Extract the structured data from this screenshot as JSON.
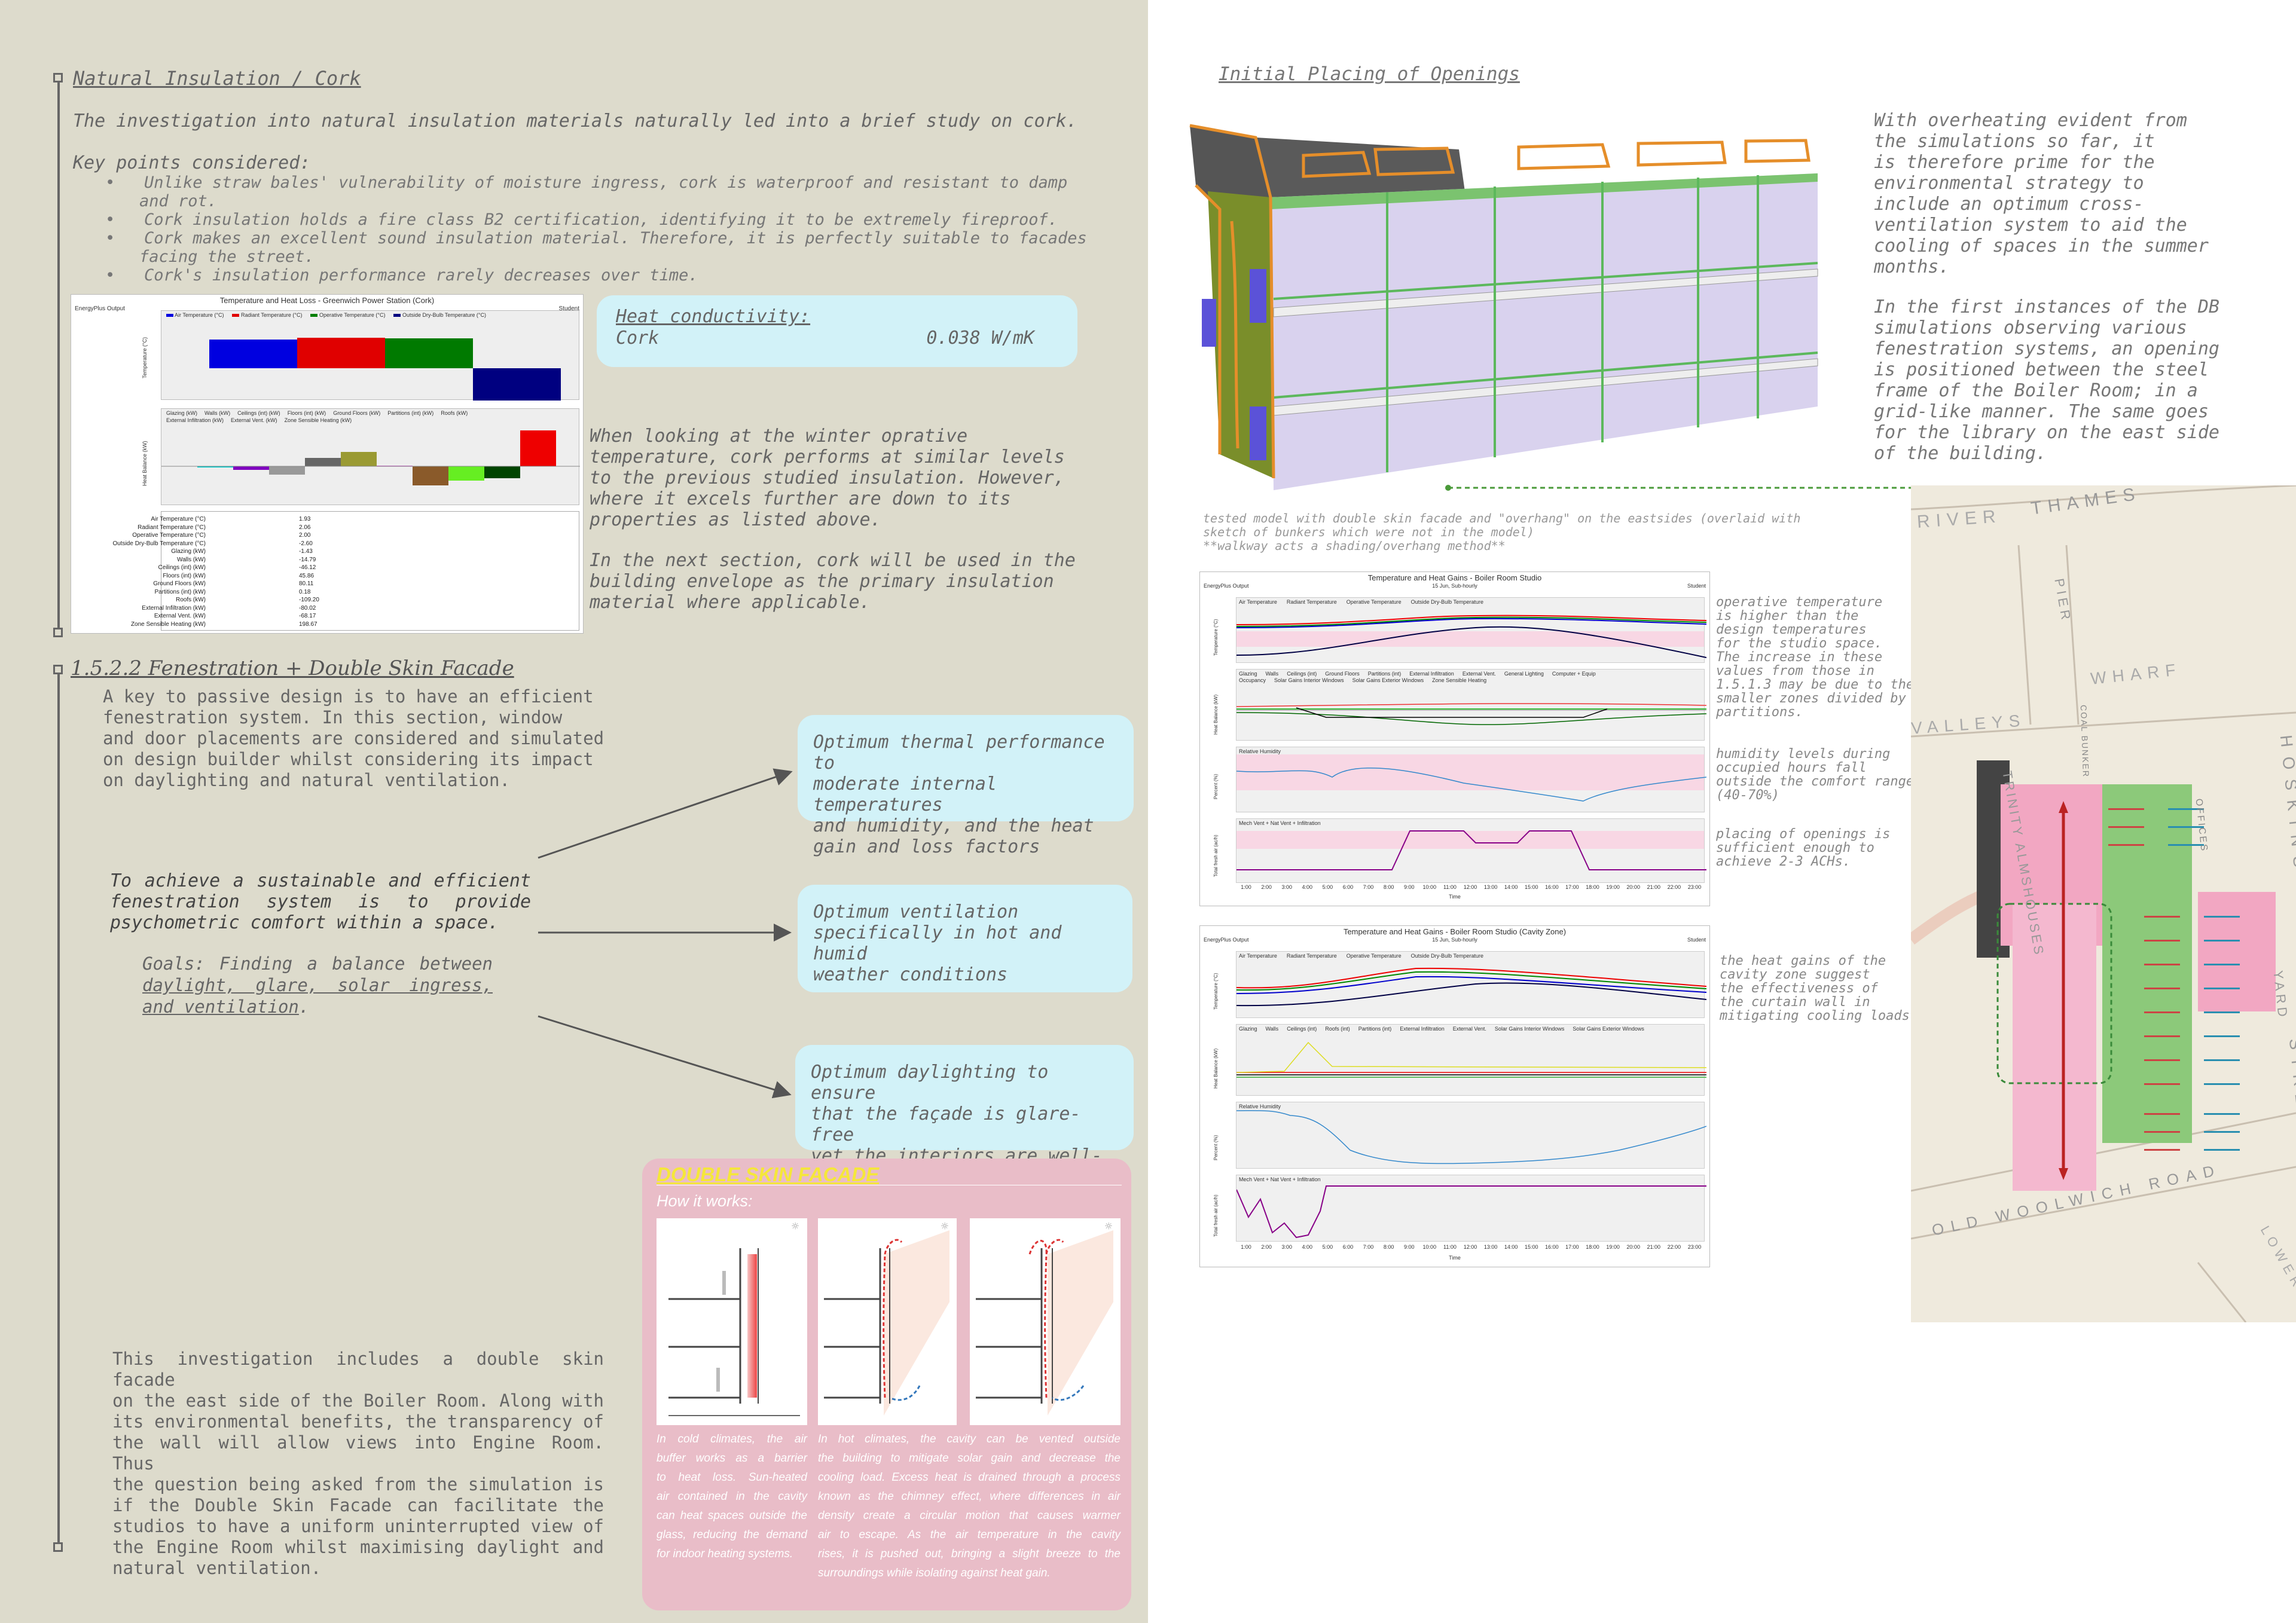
{
  "cork": {
    "heading": "Natural Insulation / Cork",
    "intro": "The investigation into natural insulation materials naturally led into a brief study on cork.",
    "keypoints_title": "Key points considered:",
    "bullets": [
      "Unlike straw bales' vulnerability of moisture ingress, cork is waterproof and resistant to damp",
      "and rot.",
      "Cork insulation holds a fire class B2 certification, identifying it to be extremely fireproof.",
      "Cork makes an excellent sound insulation material. Therefore, it is perfectly suitable to facades",
      "facing the street.",
      "Cork's insulation performance rarely decreases over time."
    ],
    "conductivity_label": "Heat conductivity:",
    "material": "Cork",
    "material_value": "0.038 W/mK",
    "para1": [
      "When looking at the winter oprative",
      "temperature, cork performs at similar levels",
      "to the previous studied insulation. However,",
      "where it excels further are down to its",
      "properties as listed above."
    ],
    "para2": [
      "In the next section, cork will be used in the",
      "building envelope as the primary insulation",
      "material where applicable."
    ]
  },
  "cork_chart": {
    "title": "Temperature and Heat Loss - Greenwich Power Station (Cork)",
    "left_label": "EnergyPlus Output",
    "right_label": "Student",
    "legend1": [
      "Air Temperature (°C)",
      "Radiant Temperature (°C)",
      "Operative Temperature (°C)",
      "Outside Dry-Bulb Temperature (°C)"
    ],
    "legend2": [
      "Glazing (kW)",
      "Walls (kW)",
      "Ceilings (int) (kW)",
      "Floors (int) (kW)",
      "Ground Floors (kW)",
      "Partitions (int) (kW)",
      "Roofs (kW)",
      "External Infiltration (kW)",
      "External Vent. (kW)",
      "Zone Sensible Heating (kW)"
    ],
    "ylabel1": "Temperature (°C)",
    "ylabel2": "Heat Balance (kW)",
    "rows": [
      [
        "Air Temperature (°C)",
        "1.93"
      ],
      [
        "Radiant Temperature (°C)",
        "2.06"
      ],
      [
        "Operative Temperature (°C)",
        "2.00"
      ],
      [
        "Outside Dry-Bulb Temperature (°C)",
        "-2.60"
      ],
      [
        "Glazing (kW)",
        "-1.43"
      ],
      [
        "Walls (kW)",
        "-14.79"
      ],
      [
        "Ceilings (int) (kW)",
        "-46.12"
      ],
      [
        "Floors (int) (kW)",
        "45.86"
      ],
      [
        "Ground Floors (kW)",
        "80.11"
      ],
      [
        "Partitions (int) (kW)",
        "0.18"
      ],
      [
        "Roofs (kW)",
        "-109.20"
      ],
      [
        "External Infiltration (kW)",
        "-80.02"
      ],
      [
        "External Vent. (kW)",
        "-68.17"
      ],
      [
        "Zone Sensible Heating (kW)",
        "198.67"
      ]
    ]
  },
  "chart_data": [
    {
      "type": "bar",
      "title": "Temperature and Heat Loss - Greenwich Power Station (Cork)",
      "categories": [
        "Air Temperature (°C)",
        "Radiant Temperature (°C)",
        "Operative Temperature (°C)",
        "Outside Dry-Bulb Temperature (°C)"
      ],
      "values": [
        1.93,
        2.06,
        2.0,
        -2.6
      ],
      "ylabel": "Temperature (°C)"
    },
    {
      "type": "bar",
      "categories": [
        "Glazing (kW)",
        "Walls (kW)",
        "Ceilings (int) (kW)",
        "Floors (int) (kW)",
        "Ground Floors (kW)",
        "Partitions (int) (kW)",
        "Roofs (kW)",
        "External Infiltration (kW)",
        "External Vent. (kW)",
        "Zone Sensible Heating (kW)"
      ],
      "values": [
        -1.43,
        -14.79,
        -46.12,
        45.86,
        80.11,
        0.18,
        -109.2,
        -80.02,
        -68.17,
        198.67
      ],
      "ylabel": "Heat Balance (kW)"
    }
  ],
  "fen": {
    "heading": "1.5.2.2 Fenestration + Double Skin Facade",
    "intro": [
      "A key to passive design is to have an efficient",
      "fenestration system. In this section, window",
      "and door placements are considered and simulated",
      "on design builder whilst considering its impact",
      "on daylighting and natural ventilation."
    ],
    "goal_main": [
      "To achieve a sustainable and efficient",
      "fenestration system is to provide",
      "psychometric comfort within a space."
    ],
    "goals_prefix": "Goals: Finding a balance between",
    "goals_u1": "daylight, glare, solar ingress,",
    "goals_u2": "and ventilation",
    "card1": [
      "Optimum thermal performance to",
      "moderate internal temperatures",
      "and humidity, and the heat",
      "gain and loss factors"
    ],
    "card2": [
      "Optimum ventilation",
      "specifically in hot and humid",
      "weather conditions"
    ],
    "card3": [
      "Optimum daylighting to ensure",
      "that the façade is glare-free",
      "yet the interiors are well-lit"
    ],
    "dsf_para": [
      "This investigation includes a double skin facade",
      "on the east side of the Boiler Room. Along with",
      "its environmental benefits, the transparency of",
      "the wall will allow views into Engine Room. Thus",
      "the question being asked from the simulation is",
      "if the Double Skin Facade can facilitate the",
      "studios to have a uniform uninterrupted view of",
      "the Engine Room whilst maximising daylight and",
      "natural ventilation."
    ]
  },
  "dsf": {
    "title": "DOUBLE SKIN FACADE",
    "subtitle": "How it works:",
    "cold": [
      "In cold climates, the air",
      "buffer works as a barrier",
      "to heat loss. Sun-heated",
      "air contained in the cavity",
      "can heat spaces outside the",
      "glass, reducing the demand",
      "for indoor heating systems."
    ],
    "hot": [
      "In hot climates, the cavity can be vented outside",
      "the building to mitigate solar gain and decrease the",
      "cooling load. Excess heat is drained through a process",
      "known as the chimney effect, where differences in air",
      "density create a circular motion that causes warmer",
      "air to escape. As the air temperature in the cavity",
      "rises, it is pushed out, bringing a slight breeze to the",
      "surroundings while isolating against heat gain."
    ]
  },
  "right": {
    "heading": "Initial Placing of Openings",
    "para1": [
      "With overheating evident from",
      "the simulations so far, it",
      "is therefore prime for the",
      "environmental strategy to",
      "include an optimum cross-",
      "ventilation system to aid the",
      "cooling of spaces in the summer",
      "months."
    ],
    "para2": [
      "In the first instances of the DB",
      "simulations observing various",
      "fenestration systems, an opening",
      "is positioned between the steel",
      "frame of the Boiler Room; in a",
      "grid-like manner. The same goes",
      "for the library on the east side",
      "of the building."
    ],
    "caption": [
      "tested model with double skin facade and \"overhang\" on the eastsides (overlaid with",
      "sketch of bunkers which were not in the model)",
      "**walkway acts a shading/overhang method**"
    ],
    "note1": [
      "operative temperature",
      "is higher than the",
      "design temperatures",
      "for the studio space.",
      "The increase in these",
      "values from those in",
      "1.5.1.3 may be due to the",
      "smaller zones divided by",
      "partitions."
    ],
    "note2": [
      "humidity levels during",
      "occupied hours fall",
      "outside the comfort range",
      "(40-70%)"
    ],
    "note3": [
      "placing of openings is",
      "sufficient enough to",
      "achieve 2-3 ACHs."
    ],
    "note4": [
      "the heat gains of the",
      "cavity zone suggest",
      "the effectiveness of",
      "the curtain wall in",
      "mitigating cooling loads."
    ]
  },
  "sim1": {
    "title": "Temperature and Heat Gains - Boiler Room Studio",
    "sub": "15 Jun, Sub-hourly",
    "left_label": "EnergyPlus Output",
    "right_label": "Student",
    "legend_a": [
      "Air Temperature",
      "Radiant Temperature",
      "Operative Temperature",
      "Outside Dry-Bulb Temperature"
    ],
    "legend_b": [
      "Glazing",
      "Walls",
      "Ceilings (int)",
      "Ground Floors",
      "Partitions (int)",
      "External Infiltration",
      "External Vent.",
      "General Lighting",
      "Computer + Equip",
      "Occupancy",
      "Solar Gains Interior Windows",
      "Solar Gains Exterior Windows",
      "Zone Sensible Heating"
    ],
    "legend_c": [
      "Relative Humidity"
    ],
    "legend_d": [
      "Mech Vent + Nat Vent + Infiltration"
    ],
    "ylab_a": "Temperature (°C)",
    "ylab_b": "Heat Balance (kW)",
    "ylab_c": "Percent (%)",
    "ylab_d": "Total fresh air (ac/h)",
    "xlabel": "Time",
    "xticks": [
      "1:00",
      "2:00",
      "3:00",
      "4:00",
      "5:00",
      "6:00",
      "7:00",
      "8:00",
      "9:00",
      "10:00",
      "11:00",
      "12:00",
      "13:00",
      "14:00",
      "15:00",
      "16:00",
      "17:00",
      "18:00",
      "19:00",
      "20:00",
      "21:00",
      "22:00",
      "23:00"
    ]
  },
  "sim2": {
    "title": "Temperature and Heat Gains - Boiler Room Studio (Cavity Zone)",
    "sub": "15 Jun, Sub-hourly",
    "left_label": "EnergyPlus Output",
    "right_label": "Student",
    "legend_a": [
      "Air Temperature",
      "Radiant Temperature",
      "Operative Temperature",
      "Outside Dry-Bulb Temperature"
    ],
    "legend_b": [
      "Glazing",
      "Walls",
      "Ceilings (int)",
      "Roofs (int)",
      "Partitions (int)",
      "External Infiltration",
      "External Vent.",
      "Solar Gains Interior Windows",
      "Solar Gains Exterior Windows"
    ],
    "legend_c": [
      "Relative Humidity"
    ],
    "legend_d": [
      "Mech Vent + Nat Vent + Infiltration"
    ],
    "ylab_a": "Temperature (°C)",
    "ylab_b": "Heat Balance (kW)",
    "ylab_c": "Percent (%)",
    "ylab_d": "Total fresh air (ac/h)",
    "xlabel": "Time",
    "xticks": [
      "1:00",
      "2:00",
      "3:00",
      "4:00",
      "5:00",
      "6:00",
      "7:00",
      "8:00",
      "9:00",
      "10:00",
      "11:00",
      "12:00",
      "13:00",
      "14:00",
      "15:00",
      "16:00",
      "17:00",
      "18:00",
      "19:00",
      "20:00",
      "21:00",
      "22:00",
      "23:00"
    ]
  },
  "map": {
    "thames": "THAMES",
    "river": "RIVER",
    "pier": "PIER",
    "wharf": "WHARF",
    "valleys": "VALLEYS",
    "trinity": "TRINITY ALMSHOUSES",
    "hoskins": "HOSKINS",
    "street": "STREET",
    "woolwich": "OLD WOOLWICH ROAD",
    "lower": "LOWER",
    "yard": "YARD",
    "offices": "OFFICES",
    "coal": "COAL BUNKER"
  }
}
